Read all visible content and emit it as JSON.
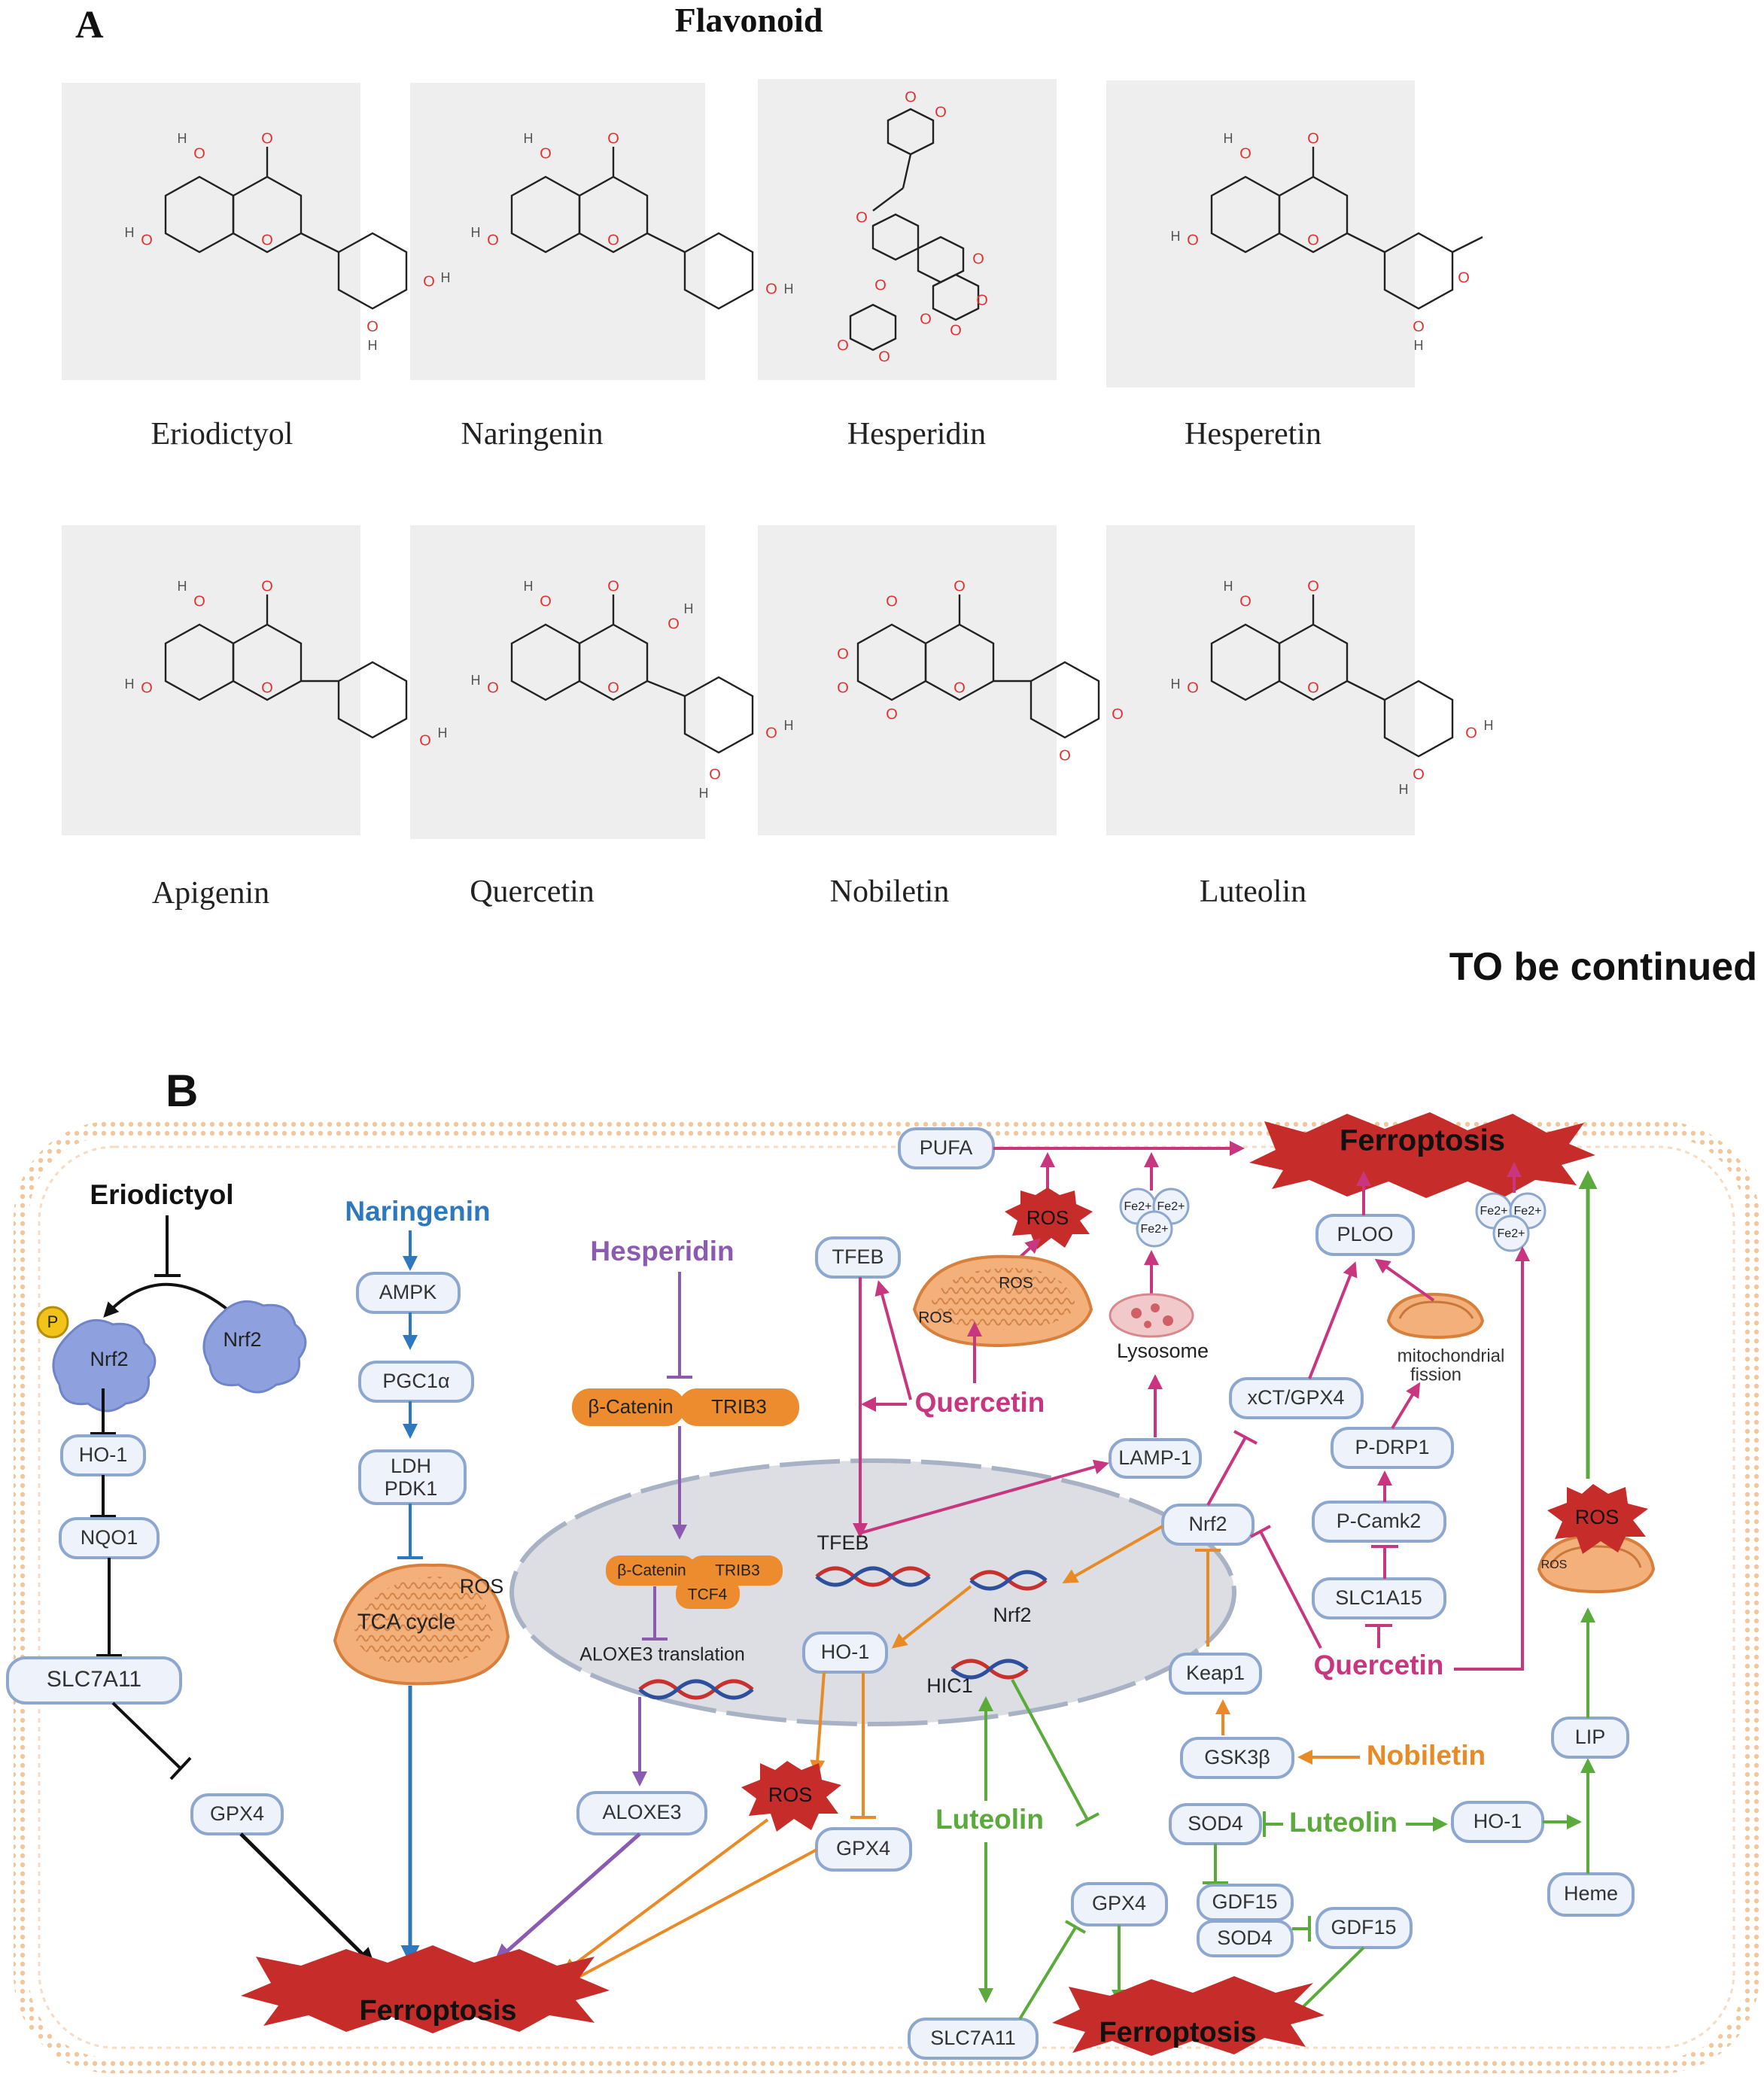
{
  "panel_a": {
    "letter": "A",
    "title": "Flavonoid",
    "molecules": [
      {
        "name": "Eriodictyol"
      },
      {
        "name": "Naringenin"
      },
      {
        "name": "Hesperidin"
      },
      {
        "name": "Hesperetin"
      },
      {
        "name": "Apigenin"
      },
      {
        "name": "Quercetin"
      },
      {
        "name": "Nobiletin"
      },
      {
        "name": "Luteolin"
      }
    ],
    "continued": "TO be continued"
  },
  "panel_b": {
    "letter": "B",
    "agents": {
      "eriodictyol": "Eriodictyol",
      "naringenin": "Naringenin",
      "hesperidin": "Hesperidin",
      "quercetin_top": "Quercetin",
      "quercetin_right": "Quercetin",
      "nobiletin": "Nobiletin",
      "luteolin_center": "Luteolin",
      "luteolin_right": "Luteolin"
    },
    "nodes": {
      "nrf2_p": "Nrf2",
      "nrf2_free": "Nrf2",
      "phospho": "P",
      "ho1_left": "HO-1",
      "nqo1": "NQO1",
      "slc7a11_left": "SLC7A11",
      "gpx4_left": "GPX4",
      "ampk": "AMPK",
      "pgc1a": "PGC1α",
      "ldh": "LDH",
      "pdk1": "PDK1",
      "tca": "TCA cycle",
      "ros_tca": "ROS",
      "bcat_trib3": {
        "left": "β-Catenin",
        "right": "TRIB3"
      },
      "nuc_complex": {
        "a": "β-Catenin",
        "b": "TRIB3",
        "c": "TCF4"
      },
      "aloxe3_translation": "ALOXE3 translation",
      "aloxe3": "ALOXE3",
      "pufa": "PUFA",
      "tfeb_top": "TFEB",
      "tfeb_nuc": "TFEB",
      "mito_ros_a": "ROS",
      "mito_ros_b": "ROS",
      "ros_burst_top": "ROS",
      "fe_a": [
        "Fe2+",
        "Fe2+",
        "Fe2+"
      ],
      "fe_b": [
        "Fe2+",
        "Fe2+",
        "Fe2+"
      ],
      "lysosome": "Lysosome",
      "lamp1": "LAMP-1",
      "ploo": "PLOO",
      "mito_fission": [
        "mitochondrial",
        "fission"
      ],
      "xct_gpx4": "xCT/GPX4",
      "pdrp1": "P-DRP1",
      "pcamk2": "P-Camk2",
      "slc1a15": "SLC1A15",
      "nrf2_right": "Nrf2",
      "nrf2_nuc": "Nrf2",
      "ho1_center": "HO-1",
      "hic1": "HIC1",
      "ros_center": "ROS",
      "gpx4_center": "GPX4",
      "keap1": "Keap1",
      "gsk3b": "GSK3β",
      "ros_right": "ROS",
      "ros_right_small": "ROS",
      "lip": "LIP",
      "ho1_right": "HO-1",
      "heme": "Heme",
      "sod4_a": "SOD4",
      "gdf15_a": "GDF15",
      "sod4_b": "SOD4",
      "gdf15_b": "GDF15",
      "gpx4_lower": "GPX4",
      "slc7a11_bottom": "SLC7A11"
    },
    "outcomes": {
      "top": "Ferroptosis",
      "bottom_left": "Ferroptosis",
      "bottom_right": "Ferroptosis"
    }
  },
  "colors": {
    "eriodictyol": "#111111",
    "naringenin": "#2e78bd",
    "hesperidin": "#8a5bb0",
    "quercetin": "#c8367f",
    "nobiletin": "#e88a25",
    "luteolin": "#5aaa3c",
    "burst": "#c62d2a",
    "membrane": "#f2c79c",
    "nucleus": "#dcdee3",
    "node_fill": "#eef3fb",
    "node_stroke": "#8ea7cf",
    "orange_complex": "#ec8c2e"
  }
}
